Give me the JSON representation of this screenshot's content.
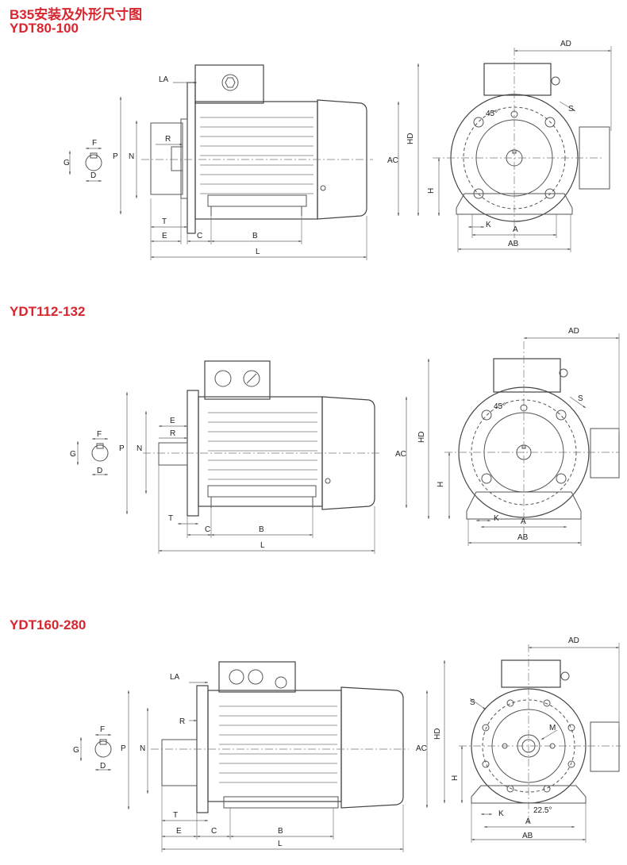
{
  "title": "B35安装及外形尺寸图",
  "sections": [
    {
      "name": "YDT80-100",
      "side_labels": {
        "LA": "LA",
        "F": "F",
        "G": "G",
        "D": "D",
        "P": "P",
        "N": "N",
        "R": "R",
        "T": "T",
        "E": "E",
        "C": "C",
        "B": "B",
        "L": "L",
        "AC": "AC"
      },
      "front_labels": {
        "AD": "AD",
        "HD": "HD",
        "H": "H",
        "S": "S",
        "K": "K",
        "A": "A",
        "AB": "AB",
        "angle": "45°"
      }
    },
    {
      "name": "YDT112-132",
      "side_labels": {
        "F": "F",
        "G": "G",
        "D": "D",
        "P": "P",
        "N": "N",
        "E": "E",
        "R": "R",
        "T": "T",
        "C": "C",
        "B": "B",
        "L": "L",
        "AC": "AC"
      },
      "front_labels": {
        "AD": "AD",
        "HD": "HD",
        "H": "H",
        "S": "S",
        "K": "K",
        "A": "A",
        "AB": "AB",
        "angle": "45°"
      }
    },
    {
      "name": "YDT160-280",
      "side_labels": {
        "LA": "LA",
        "F": "F",
        "G": "G",
        "D": "D",
        "P": "P",
        "N": "N",
        "R": "R",
        "T": "T",
        "E": "E",
        "C": "C",
        "B": "B",
        "L": "L",
        "AC": "AC"
      },
      "front_labels": {
        "AD": "AD",
        "HD": "HD",
        "H": "H",
        "S": "S",
        "M": "M",
        "K": "K",
        "A": "A",
        "AB": "AB",
        "angle": "22.5°"
      }
    }
  ]
}
